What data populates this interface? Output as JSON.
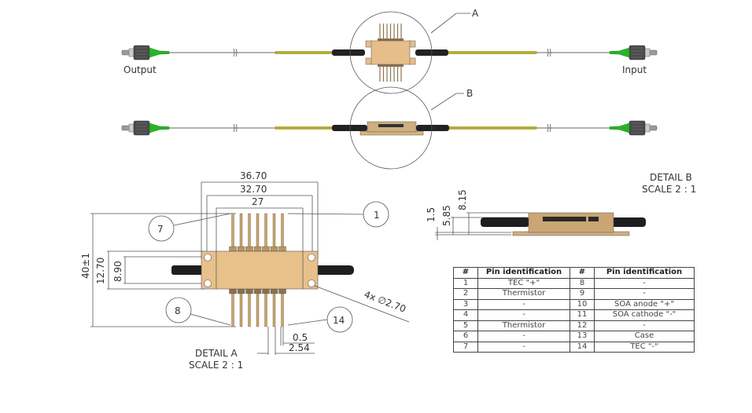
{
  "overview": {
    "output_label": "Output",
    "input_label": "Input",
    "callout_a": "A",
    "callout_b": "B"
  },
  "detail_a": {
    "title": "DETAIL A",
    "scale": "SCALE 2 : 1",
    "dimensions": {
      "overall_width": "36.70",
      "hole_spacing_width": "32.70",
      "body_width": "27",
      "overall_height": "40±1",
      "flange_height": "12.70",
      "hole_spacing_height": "8.90",
      "pin_width": "0.5",
      "pin_pitch": "2.54",
      "holes": "4x ∅2.70"
    },
    "pin_callouts": [
      "7",
      "1",
      "8",
      "14"
    ]
  },
  "detail_b": {
    "title": "DETAIL B",
    "scale": "SCALE 2 : 1",
    "dimensions": {
      "flange_thickness": "1.5",
      "pin_height": "5.85",
      "body_height": "8.15"
    }
  },
  "pin_table": {
    "headers": [
      "#",
      "Pin identification",
      "#",
      "Pin identification"
    ],
    "rows": [
      [
        "1",
        "TEC \"+\"",
        "8",
        "-"
      ],
      [
        "2",
        "Thermistor",
        "9",
        "-"
      ],
      [
        "3",
        "-",
        "10",
        "SOA anode \"+\""
      ],
      [
        "4",
        "-",
        "11",
        "SOA cathode \"-\""
      ],
      [
        "5",
        "Thermistor",
        "12",
        "-"
      ],
      [
        "6",
        "-",
        "13",
        "Case"
      ],
      [
        "7",
        "-",
        "14",
        "TEC \"-\""
      ]
    ]
  }
}
